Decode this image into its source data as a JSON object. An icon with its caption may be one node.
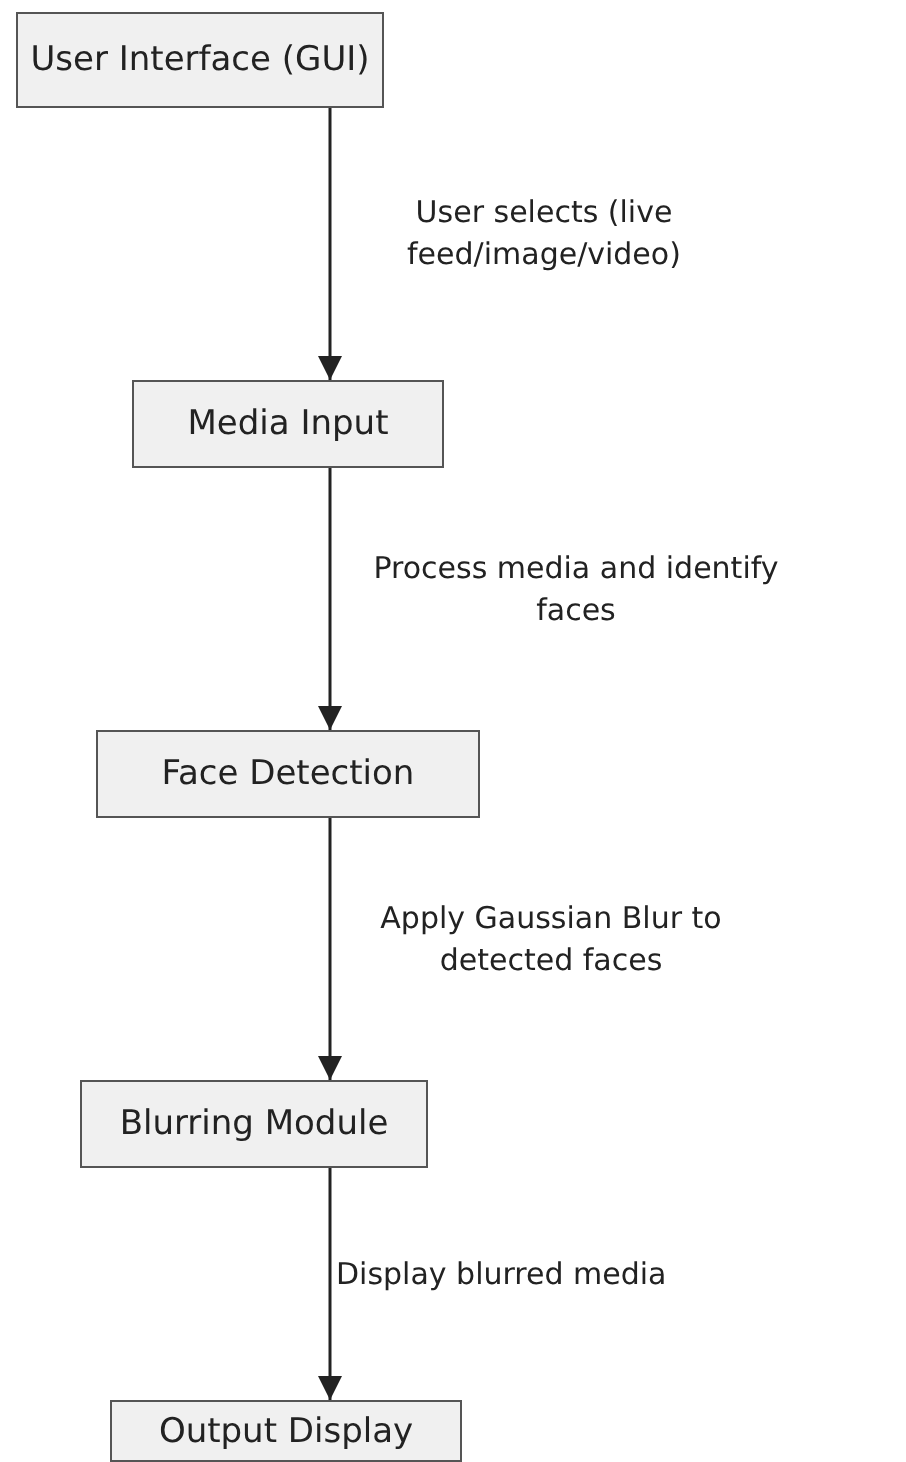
{
  "diagram": {
    "nodes": [
      {
        "text": [
          "User Interface (GUI)"
        ]
      },
      {
        "text": [
          "Media Input"
        ]
      },
      {
        "text": [
          "Face Detection"
        ]
      },
      {
        "text": [
          "Blurring Module"
        ]
      },
      {
        "text": [
          "Output Display"
        ]
      }
    ],
    "edges": [
      {
        "from": 0,
        "to": 1,
        "arrow": "to",
        "label": "User selects (live feed/image/video)"
      },
      {
        "from": 1,
        "to": 2,
        "arrow": "to",
        "label": "Process media and identify faces"
      },
      {
        "from": 2,
        "to": 3,
        "arrow": "to",
        "label": "Apply Gaussian Blur to detected faces"
      },
      {
        "from": 3,
        "to": 4,
        "arrow": "to",
        "label": "Display blurred media"
      }
    ]
  }
}
